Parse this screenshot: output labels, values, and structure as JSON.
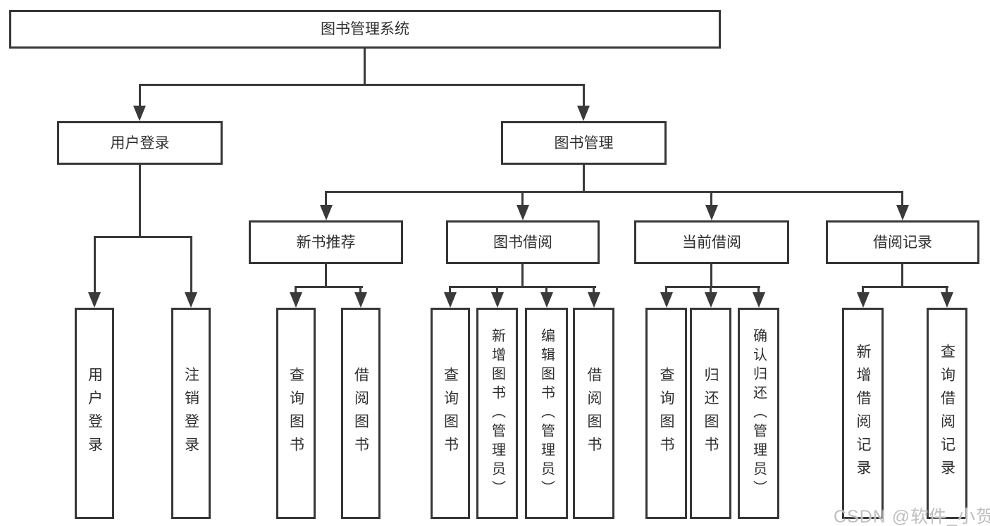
{
  "tree": {
    "label": "图书管理系统",
    "children": [
      {
        "label": "用户登录",
        "children": [
          {
            "label": "用户登录"
          },
          {
            "label": "注销登录"
          }
        ]
      },
      {
        "label": "图书管理",
        "children": [
          {
            "label": "新书推荐",
            "children": [
              {
                "label": "查询图书"
              },
              {
                "label": "借阅图书"
              }
            ]
          },
          {
            "label": "图书借阅",
            "children": [
              {
                "label": "查询图书"
              },
              {
                "label": "新增图书（管理员）"
              },
              {
                "label": "编辑图书（管理员）"
              },
              {
                "label": "借阅图书"
              }
            ]
          },
          {
            "label": "当前借阅",
            "children": [
              {
                "label": "查询图书"
              },
              {
                "label": "归还图书"
              },
              {
                "label": "确认归还（管理员）"
              }
            ]
          },
          {
            "label": "借阅记录",
            "children": [
              {
                "label": "新增借阅记录"
              },
              {
                "label": "查询借阅记录"
              }
            ]
          }
        ]
      }
    ]
  },
  "watermark": {
    "text": "CSDN @软件_小贺同学"
  },
  "colors": {
    "line": "#3a3a3a",
    "box_border": "#363636",
    "text": "#2f2f2f",
    "background": "#ffffff",
    "watermark": "#bfbfbf"
  }
}
